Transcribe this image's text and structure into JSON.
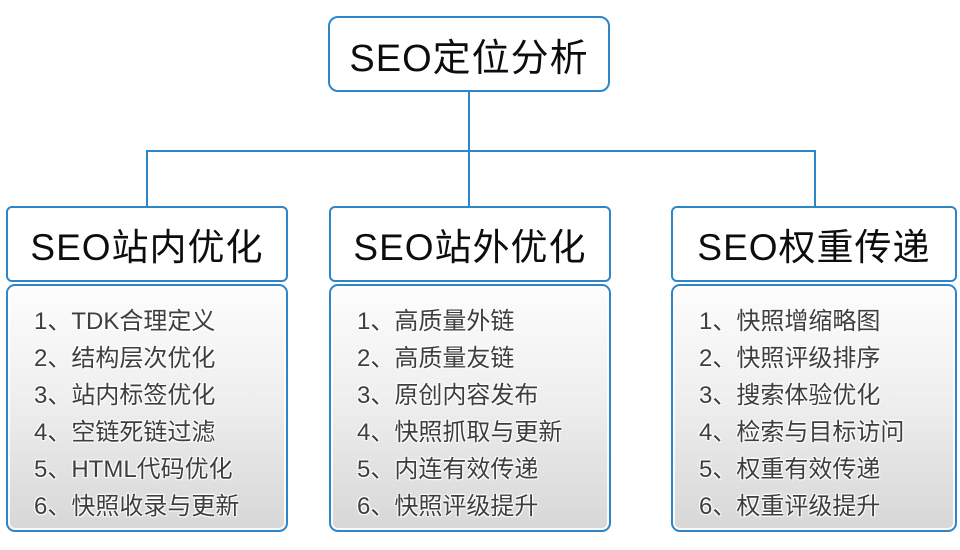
{
  "diagram": {
    "root_label": "SEO定位分析",
    "line_color": "#2e86c8",
    "list_text_color": "#3e3e3e",
    "branches": [
      {
        "title": "SEO站内优化",
        "items": [
          "1、TDK合理定义",
          "2、结构层次优化",
          "3、站内标签优化",
          "4、空链死链过滤",
          "5、HTML代码优化",
          "6、快照收录与更新"
        ]
      },
      {
        "title": "SEO站外优化",
        "items": [
          "1、高质量外链",
          "2、高质量友链",
          "3、原创内容发布",
          "4、快照抓取与更新",
          "5、内连有效传递",
          "6、快照评级提升"
        ]
      },
      {
        "title": "SEO权重传递",
        "items": [
          "1、快照增缩略图",
          "2、快照评级排序",
          "3、搜索体验优化",
          "4、检索与目标访问",
          "5、权重有效传递",
          "6、权重评级提升"
        ]
      }
    ]
  }
}
